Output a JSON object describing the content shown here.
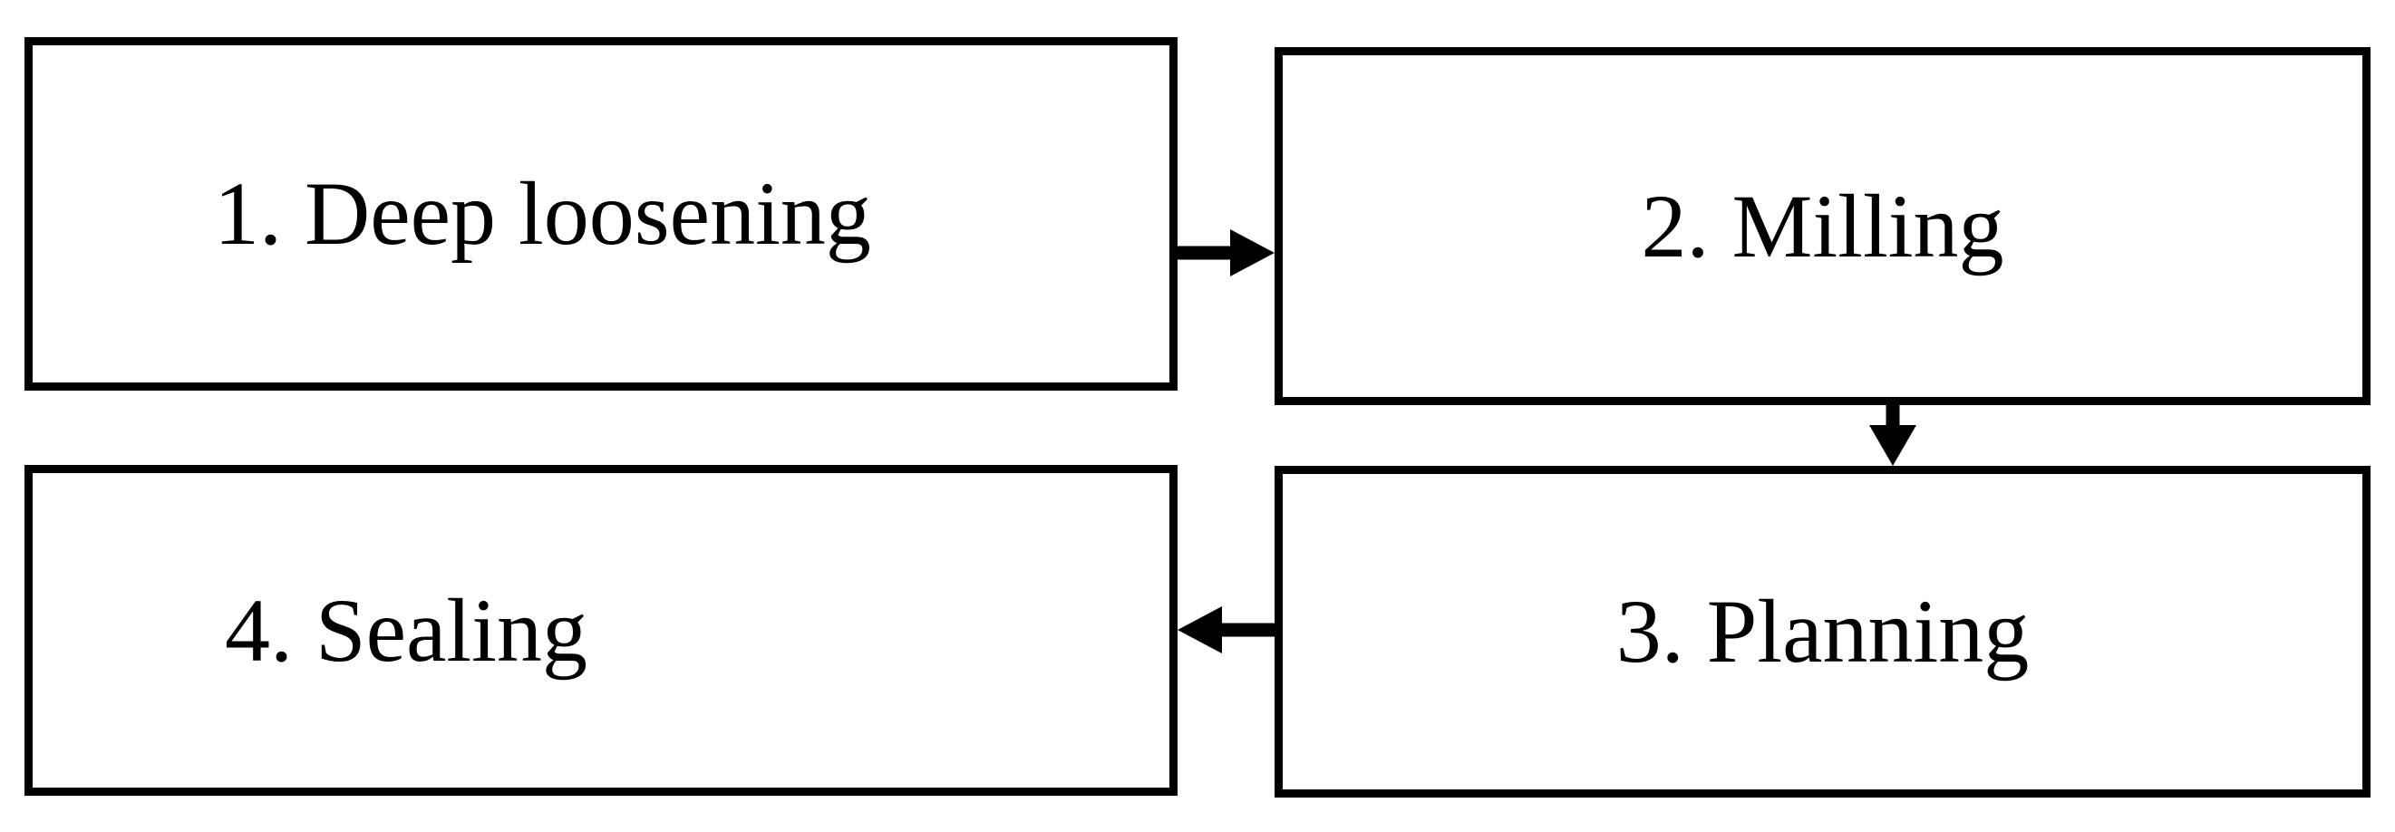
{
  "diagram": {
    "type": "flowchart",
    "nodes": [
      {
        "id": "1",
        "label": "1. Deep loosening"
      },
      {
        "id": "2",
        "label": "2. Milling"
      },
      {
        "id": "3",
        "label": "3. Planning"
      },
      {
        "id": "4",
        "label": "4. Sealing"
      }
    ],
    "edges": [
      {
        "from": "1. Deep loosening",
        "to": "2. Milling",
        "direction": "right"
      },
      {
        "from": "2. Milling",
        "to": "3. Planning",
        "direction": "down"
      },
      {
        "from": "3. Planning",
        "to": "4. Sealing",
        "direction": "left"
      }
    ],
    "colors": {
      "box_border": "#000000",
      "box_fill": "#ffffff",
      "arrow": "#000000",
      "text": "#000000"
    }
  }
}
